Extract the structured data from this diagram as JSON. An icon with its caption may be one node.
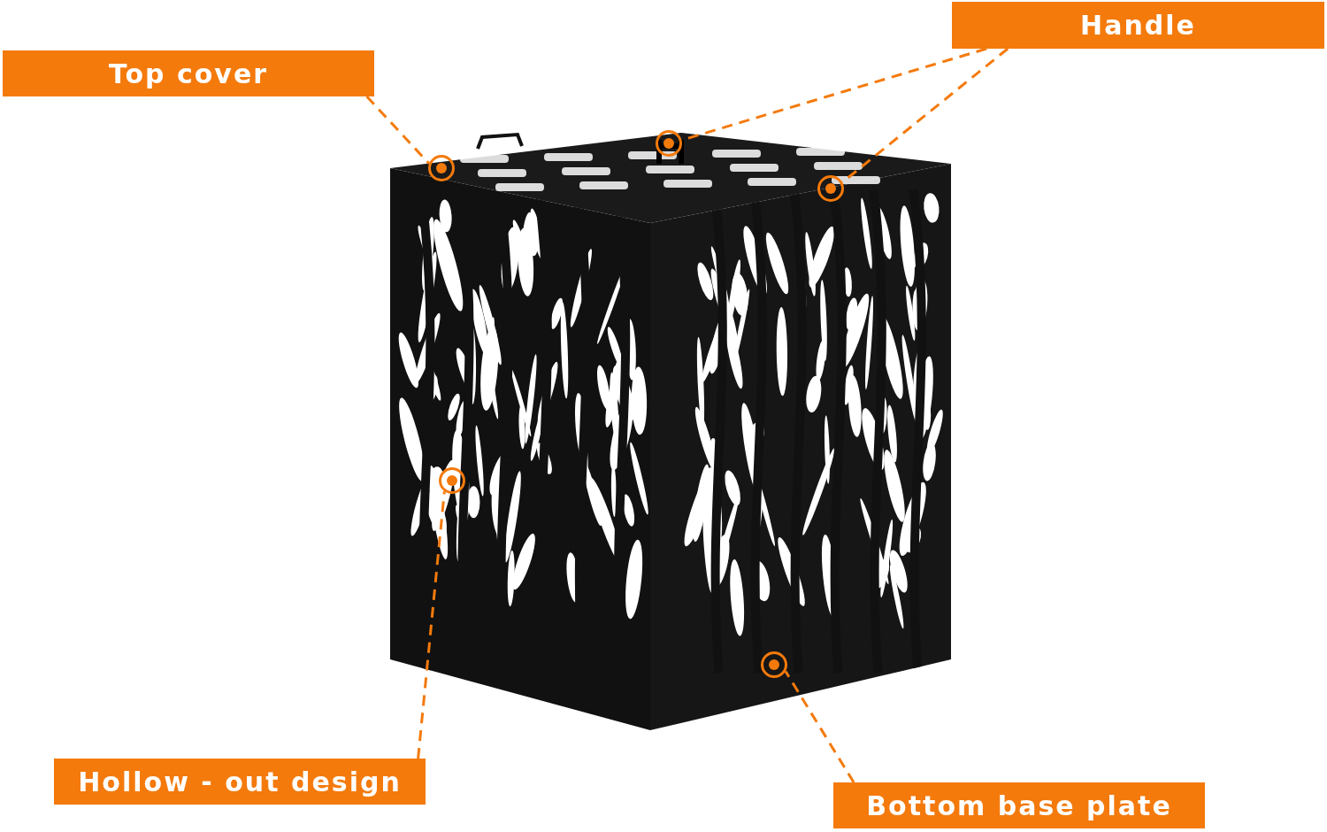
{
  "diagram": {
    "nodes": [
      {
        "text": [
          "Top cover"
        ]
      },
      {
        "text": [
          "Handle"
        ]
      },
      {
        "text": [
          "Hollow - out design"
        ]
      },
      {
        "text": [
          "Bottom base plate"
        ]
      },
      {
        "text": [],
        "shape": "circle"
      },
      {
        "text": [],
        "shape": "circle"
      },
      {
        "text": [],
        "shape": "circle"
      },
      {
        "text": [],
        "shape": "circle"
      },
      {
        "text": [],
        "shape": "circle"
      }
    ],
    "edges": [
      {
        "from": 0,
        "to": 4,
        "arrow": "none",
        "style": "dashed"
      },
      {
        "from": 1,
        "to": 5,
        "arrow": "none",
        "style": "dashed"
      },
      {
        "from": 1,
        "to": 6,
        "arrow": "none",
        "style": "dashed"
      },
      {
        "from": 2,
        "to": 7,
        "arrow": "none",
        "style": "dashed"
      },
      {
        "from": 3,
        "to": 8,
        "arrow": "none",
        "style": "dashed"
      }
    ]
  }
}
